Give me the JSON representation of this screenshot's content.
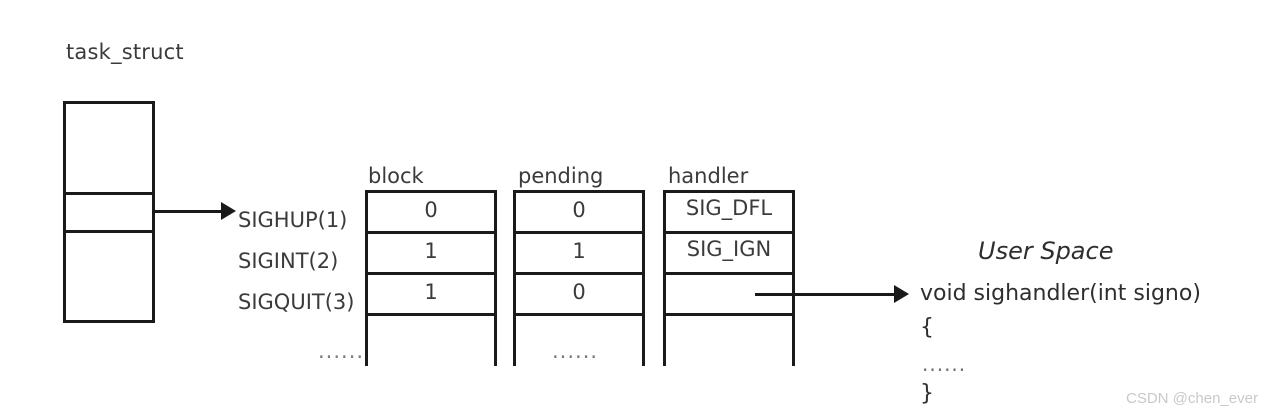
{
  "diagram": {
    "task_struct": {
      "title": "task_struct",
      "cells": [
        "",
        "",
        ""
      ]
    },
    "signals": [
      {
        "label": "SIGHUP(1)"
      },
      {
        "label": "SIGINT(2)"
      },
      {
        "label": "SIGQUIT(3)"
      }
    ],
    "ellipsis_mark": "......",
    "columns": [
      {
        "header": "block",
        "values": [
          "0",
          "1",
          "1"
        ],
        "footer": ""
      },
      {
        "header": "pending",
        "values": [
          "0",
          "1",
          "0"
        ],
        "footer": "......"
      },
      {
        "header": "handler",
        "values": [
          "SIG_DFL",
          "SIG_IGN",
          ""
        ],
        "footer": ""
      }
    ],
    "user_space": {
      "title": "User Space",
      "code": [
        "void sighandler(int signo)",
        "{",
        "......",
        "}"
      ]
    },
    "watermark": "CSDN @chen_ever",
    "colors": {
      "stroke": "#1a1a1a",
      "text": "#3b3b3b",
      "muted": "#7a7a7a",
      "watermark": "#c9c9c9",
      "background": "#ffffff"
    }
  }
}
